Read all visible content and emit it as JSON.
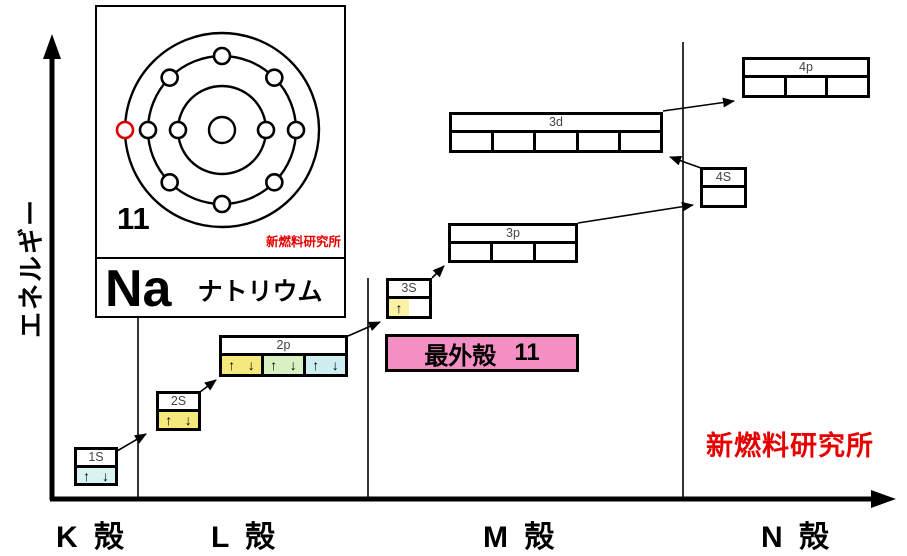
{
  "y_axis": {
    "label": "エネルギー"
  },
  "x_axis": {
    "shell_labels": [
      "K 殻",
      "L 殻",
      "M 殻",
      "N 殻"
    ]
  },
  "branding": {
    "name": "新燃料研究所",
    "color": "#e60000"
  },
  "outermost_shell_box": {
    "label": "最外殻",
    "value": "11",
    "bg": "#f48fc4"
  },
  "element_card": {
    "atomic_number": "11",
    "symbol": "Na",
    "name": "ナトリウム",
    "credit": "新燃料研究所",
    "shells": [
      2,
      8,
      1
    ],
    "valence_color": "#dd0000"
  },
  "fill_order": [
    "1S",
    "2S",
    "2p",
    "3S",
    "3p",
    "4S",
    "3d",
    "4p"
  ],
  "palette": {
    "cell_cyan": "#d9f2f2",
    "cell_yellow": "#f5e97d",
    "cell_green": "#d9f0c3",
    "cell_pale_yellow": "#faf3a6",
    "pink": "#f48fc4",
    "red": "#e60000"
  },
  "orbital_diagram": {
    "orbitals": [
      {
        "id": "1s",
        "label": "1S",
        "cells": [
          {
            "left": {
              "bg": "#d9f2f2",
              "arrow": "↑"
            },
            "right": {
              "bg": "#d9f2f2",
              "arrow": "↓"
            }
          }
        ]
      },
      {
        "id": "2s",
        "label": "2S",
        "cells": [
          {
            "left": {
              "bg": "#f5e97d",
              "arrow": "↑"
            },
            "right": {
              "bg": "#f5e97d",
              "arrow": "↓"
            }
          }
        ]
      },
      {
        "id": "2p",
        "label": "2p",
        "cells": [
          {
            "left": {
              "bg": "#f5e97d",
              "arrow": "↑"
            },
            "right": {
              "bg": "#f5e97d",
              "arrow": "↓"
            }
          },
          {
            "left": {
              "bg": "#d9f0c3",
              "arrow": "↑"
            },
            "right": {
              "bg": "#d9f0c3",
              "arrow": "↓"
            }
          },
          {
            "left": {
              "bg": "#cdeff2",
              "arrow": "↑"
            },
            "right": {
              "bg": "#cdeff2",
              "arrow": "↓"
            }
          }
        ]
      },
      {
        "id": "3s",
        "label": "3S",
        "cells": [
          {
            "left": {
              "bg": "#faf3a6",
              "arrow": "↑"
            },
            "right": {
              "bg": "#ffffff",
              "arrow": ""
            }
          }
        ]
      },
      {
        "id": "3p",
        "label": "3p",
        "cells": [
          {
            "left": {
              "bg": "#ffffff",
              "arrow": ""
            },
            "right": {
              "bg": "#ffffff",
              "arrow": ""
            }
          },
          {
            "left": {
              "bg": "#ffffff",
              "arrow": ""
            },
            "right": {
              "bg": "#ffffff",
              "arrow": ""
            }
          },
          {
            "left": {
              "bg": "#ffffff",
              "arrow": ""
            },
            "right": {
              "bg": "#ffffff",
              "arrow": ""
            }
          }
        ]
      },
      {
        "id": "3d",
        "label": "3d",
        "cells": [
          {
            "left": {
              "bg": "#ffffff",
              "arrow": ""
            },
            "right": {
              "bg": "#ffffff",
              "arrow": ""
            }
          },
          {
            "left": {
              "bg": "#ffffff",
              "arrow": ""
            },
            "right": {
              "bg": "#ffffff",
              "arrow": ""
            }
          },
          {
            "left": {
              "bg": "#ffffff",
              "arrow": ""
            },
            "right": {
              "bg": "#ffffff",
              "arrow": ""
            }
          },
          {
            "left": {
              "bg": "#ffffff",
              "arrow": ""
            },
            "right": {
              "bg": "#ffffff",
              "arrow": ""
            }
          },
          {
            "left": {
              "bg": "#ffffff",
              "arrow": ""
            },
            "right": {
              "bg": "#ffffff",
              "arrow": ""
            }
          }
        ]
      },
      {
        "id": "4s",
        "label": "4S",
        "cells": [
          {
            "left": {
              "bg": "#ffffff",
              "arrow": ""
            },
            "right": {
              "bg": "#ffffff",
              "arrow": ""
            }
          }
        ]
      },
      {
        "id": "4p",
        "label": "4p",
        "cells": [
          {
            "left": {
              "bg": "#ffffff",
              "arrow": ""
            },
            "right": {
              "bg": "#ffffff",
              "arrow": ""
            }
          },
          {
            "left": {
              "bg": "#ffffff",
              "arrow": ""
            },
            "right": {
              "bg": "#ffffff",
              "arrow": ""
            }
          },
          {
            "left": {
              "bg": "#ffffff",
              "arrow": ""
            },
            "right": {
              "bg": "#ffffff",
              "arrow": ""
            }
          }
        ]
      }
    ]
  }
}
